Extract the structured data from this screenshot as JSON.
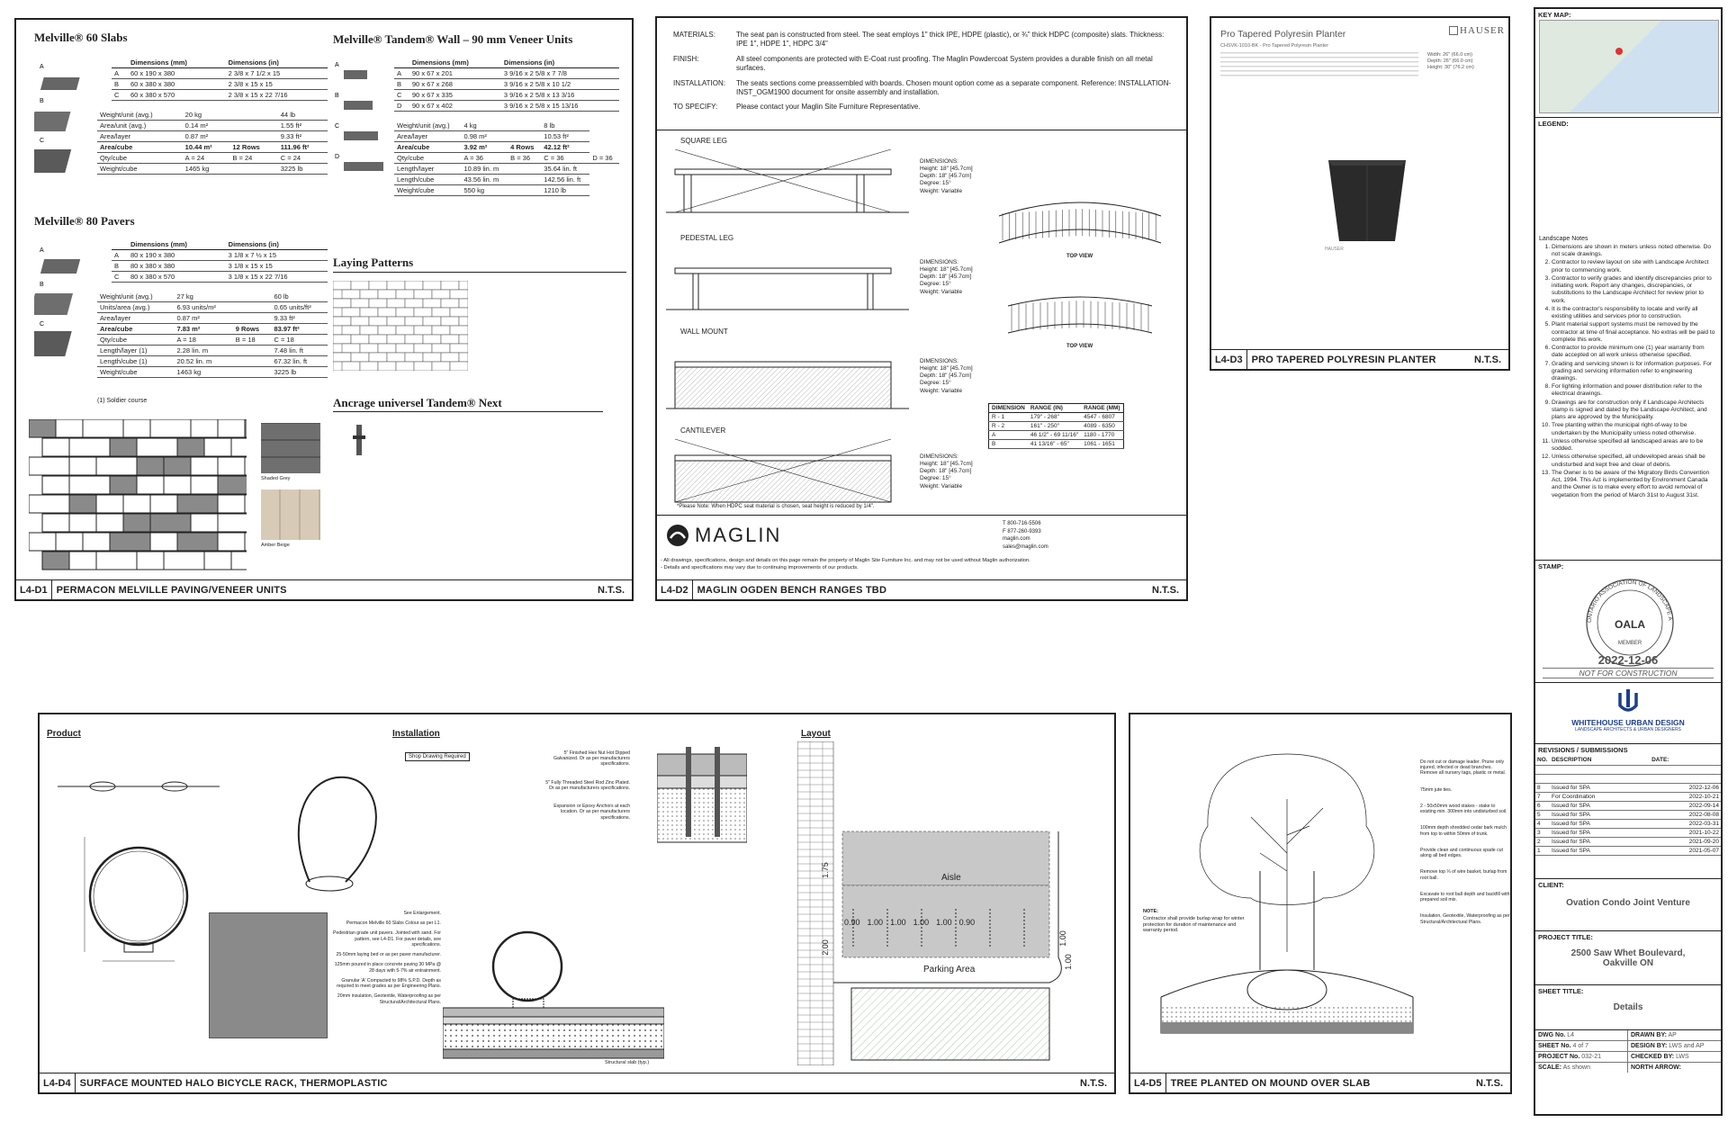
{
  "d1": {
    "code": "L4-D1",
    "title": "PERMACON MELVILLE PAVING/VENEER UNITS",
    "scale": "N.T.S.",
    "slabs": {
      "heading": "Melville® 60 Slabs",
      "col_mm": "Dimensions (mm)",
      "col_in": "Dimensions (in)",
      "rows": [
        [
          "A",
          "60 x 190 x 380",
          "2 3/8 x 7 1/2 x 15"
        ],
        [
          "B",
          "60 x 380 x 380",
          "2 3/8 x 15 x 15"
        ],
        [
          "C",
          "60 x 380 x 570",
          "2 3/8 x 15 x 22 7/16"
        ]
      ],
      "props": [
        [
          "Weight/unit (avg.)",
          "20 kg",
          "",
          "44 lb"
        ],
        [
          "Area/unit (avg.)",
          "0.14 m²",
          "",
          "1.55 ft²"
        ],
        [
          "Area/layer",
          "0.87 m²",
          "",
          "9.33 ft²"
        ],
        [
          "Area/cube",
          "10.44 m²",
          "12 Rows",
          "111.96 ft²"
        ],
        [
          "Qty/cube",
          "A = 24",
          "B = 24",
          "C = 24"
        ],
        [
          "Weight/cube",
          "1465 kg",
          "",
          "3225 lb"
        ]
      ]
    },
    "pavers": {
      "heading": "Melville® 80 Pavers",
      "col_mm": "Dimensions (mm)",
      "col_in": "Dimensions (in)",
      "rows": [
        [
          "A",
          "80 x 190 x 380",
          "3 1/8 x 7 ½ x 15"
        ],
        [
          "B",
          "80 x 380 x 380",
          "3 1/8 x 15 x 15"
        ],
        [
          "C",
          "80 x 380 x 570",
          "3 1/8 x 15 x 22 7/16"
        ]
      ],
      "props": [
        [
          "Weight/unit (avg.)",
          "27 kg",
          "",
          "60 lb"
        ],
        [
          "Units/area (avg.)",
          "6.93 units/m²",
          "",
          "0.65 units/ft²"
        ],
        [
          "Area/layer",
          "0.87 m²",
          "",
          "9.33 ft²"
        ],
        [
          "Area/cube",
          "7.83 m²",
          "9 Rows",
          "83.97 ft²"
        ],
        [
          "Qty/cube",
          "A = 18",
          "B = 18",
          "C = 18"
        ],
        [
          "Length/layer (1)",
          "2.28 lin. m",
          "",
          "7.48 lin. ft"
        ],
        [
          "Length/cube (1)",
          "20.52 lin. m",
          "",
          "67.32 lin. ft"
        ],
        [
          "Weight/cube",
          "1463 kg",
          "",
          "3225 lb"
        ]
      ],
      "footnote": "(1) Soldier course"
    },
    "tandem": {
      "heading": "Melville® Tandem® Wall – 90 mm Veneer Units",
      "col_mm": "Dimensions (mm)",
      "col_in": "Dimensions (in)",
      "rows": [
        [
          "A",
          "90 x 67 x 201",
          "3 9/16 x 2 5/8 x 7 7/8"
        ],
        [
          "B",
          "90 x 67 x 268",
          "3 9/16 x 2 5/8 x 10 1/2"
        ],
        [
          "C",
          "90 x 67 x 335",
          "3 9/16 x 2 5/8 x 13 3/16"
        ],
        [
          "D",
          "90 x 67 x 402",
          "3 9/16 x 2 5/8 x 15 13/16"
        ]
      ],
      "props": [
        [
          "Weight/unit (avg.)",
          "4 kg",
          "",
          "8 lb"
        ],
        [
          "Area/layer",
          "0.98 m²",
          "",
          "10.53 ft²"
        ],
        [
          "Area/cube",
          "3.92 m²",
          "4 Rows",
          "42.12 ft²"
        ],
        [
          "Qty/cube",
          "A = 36",
          "B = 36",
          "C = 36",
          "D = 36"
        ],
        [
          "Length/layer",
          "10.89 lin. m",
          "",
          "35.64 lin. ft"
        ],
        [
          "Length/cube",
          "43.56 lin. m",
          "",
          "142.56 lin. ft"
        ],
        [
          "Weight/cube",
          "550 kg",
          "",
          "1210 lb"
        ]
      ]
    },
    "laying_heading": "Laying Patterns",
    "ancrage_heading": "Ancrage universel Tandem® Next",
    "swatch1": "Shaded Grey",
    "swatch2": "Amber Beige",
    "letters": [
      "A",
      "B",
      "C",
      "D"
    ]
  },
  "d2": {
    "code": "L4-D2",
    "title": "MAGLIN OGDEN BENCH RANGES TBD",
    "scale": "N.T.S.",
    "spec": [
      [
        "MATERIALS:",
        "The seat pan is constructed from steel. The seat employs 1\" thick IPE, HDPE (plastic), or ¾\" thick HDPC (composite) slats. Thickness: IPE 1\", HDPE 1\", HDPC 3/4\""
      ],
      [
        "FINISH:",
        "All steel components are protected with E-Coat rust proofing. The Maglin Powdercoat System provides a durable finish on all metal surfaces."
      ],
      [
        "INSTALLATION:",
        "The seats sections come preassembled with boards. Chosen mount option come as a separate component. Reference: INSTALLATION-INST_OGM1900 document for onsite assembly and installation."
      ],
      [
        "TO SPECIFY:",
        "Please contact your Maglin Site Furniture Representative."
      ]
    ],
    "legs": [
      "SQUARE LEG",
      "PEDESTAL LEG",
      "WALL MOUNT",
      "CANTILEVER"
    ],
    "dims_heading": "DIMENSIONS:",
    "dims": [
      "Height: 18\" [45.7cm]",
      "Depth: 18\" [45.7cm]",
      "Degree: 15°",
      "Weight: Variable"
    ],
    "top_view": "TOP VIEW",
    "range_table": {
      "headers": [
        "DIMENSION",
        "RANGE (IN)",
        "RANGE (MM)"
      ],
      "rows": [
        [
          "R - 1",
          "179\" - 268\"",
          "4547 - 6807"
        ],
        [
          "R - 2",
          "161\" - 250\"",
          "4089 - 6350"
        ],
        [
          "A",
          "46 1/2\" - 69 11/16\"",
          "1180 - 1770"
        ],
        [
          "B",
          "41 13/16\" - 65\"",
          "1061 - 1651"
        ]
      ]
    },
    "note": "*Please Note: When HDPC seat material is chosen, seat height is reduced by 1/4\".",
    "brand": "MAGLIN",
    "contact": [
      "T 800-716-5506",
      "F 877-260-9393",
      "maglin.com",
      "sales@maglin.com"
    ],
    "disclaimer": [
      "- All drawings, specifications, design and details on this page remain the property of Maglin Site Furniture Inc. and may not be used without Maglin authorization.",
      "- Details and specifications may vary due to continuing improvements of our products."
    ]
  },
  "d3": {
    "code": "L4-D3",
    "title": "PRO TAPERED POLYRESIN PLANTER",
    "scale": "N.T.S.",
    "product_title": "Pro Tapered Polyresin Planter",
    "product_code": "CHSVK-1010-BK - Pro Tapered Polyresin Planter",
    "dims": [
      "Width: 26\" (66.0 cm)",
      "Depth: 26\" (66.0 cm)",
      "Height: 30\" (76.2 cm)"
    ],
    "brand": "HAUSER"
  },
  "d4": {
    "code": "L4-D4",
    "title": "SURFACE MOUNTED HALO BICYCLE RACK, THERMOPLASTIC",
    "scale": "N.T.S.",
    "product_heading": "Product",
    "install_heading": "Installation",
    "layout_heading": "Layout",
    "shop_drawing": "Shop Drawing Required",
    "install_notes": [
      "See Enlargement.",
      "Permacon Melville 60 Slabs Colour as per L1.",
      "Pedestrian grade unit pavers. Jointed with sand. For pattern, see L4-D1. For paver details, see specifications.",
      "25-50mm laying bed or as per paver manufacturer.",
      "125mm poured in place concrete paving 30 MPa @ 28 days with 5-7% air entrainment.",
      "Granular 'A' Compacted to 98% S.P.D. Depth as required to meet grades as per Engineering Plans.",
      "20mm insulation, Geotextile, Waterproofing as per Structural/Architectural Plans."
    ],
    "enlarge_notes": [
      "5\" Finished Hex Nut Hot Dipped Galvanized. Or as per manufacturers specifications.",
      "5\" Fully Threaded Steel Rod Zinc Plated. Or as per manufacturers specifications.",
      "Expansion or Epoxy Anchors at each location. Or as per manufacturers specifications."
    ],
    "structural_slab": "Structural slab (typ.)",
    "aisle": "Aisle",
    "parking": "Parking Area",
    "layout_dims": [
      "0.90",
      "1.00",
      "1.00",
      "1.00",
      "1.00",
      "0.90"
    ],
    "dim_175": "1.75",
    "dim_200": "2.00",
    "dim_100": "1.00"
  },
  "d5": {
    "code": "L4-D5",
    "title": "TREE PLANTED ON MOUND OVER SLAB",
    "scale": "N.T.S.",
    "note_heading": "NOTE:",
    "note": "Contractor shall provide burlap wrap for winter protection for duration of maintenance and warranty period.",
    "callouts": [
      "Do not cut or damage leader. Prune only injured, infected or dead branches. Remove all nursery tags, plastic or metal.",
      "75mm jute ties.",
      "2 - 50x50mm wood stakes - stake to existing min. 300mm into undisturbed soil.",
      "100mm depth shredded cedar bark mulch from top to within 50mm of trunk.",
      "Provide clean and continuous spade cut along all bed edges.",
      "Remove top ⅓ of wire basket, burlap from root ball.",
      "Excavate to root ball depth and backfill with prepared soil mix.",
      "Insulation, Geotextile, Waterproofing as per Structural/Architectural Plans."
    ]
  },
  "title_block": {
    "key_map": "KEY MAP:",
    "legend": "LEGEND:",
    "notes_heading": "Landscape Notes",
    "notes": [
      "Dimensions are shown in meters unless noted otherwise. Do not scale drawings.",
      "Contractor to review layout on site with Landscape Architect prior to commencing work.",
      "Contractor to verify grades and identify discrepancies prior to initiating work. Report any changes, discrepancies, or substitutions to the Landscape Architect for review prior to work.",
      "It is the contractor's responsibility to locate and verify all existing utilities and services prior to construction.",
      "Plant material support systems must be removed by the contractor at time of final acceptance. No extras will be paid to complete this work.",
      "Contractor to provide minimum one (1) year warranty from date accepted on all work unless otherwise specified.",
      "Grading and servicing shown is for information purposes. For grading and servicing information refer to engineering drawings.",
      "For lighting information and power distribution refer to the electrical drawings.",
      "Drawings are for construction only if Landscape Architects stamp is signed and dated by the Landscape Architect, and plans are approved by the Municipality.",
      "Tree planting within the municipal right-of-way to be undertaken by the Municipality unless noted otherwise.",
      "Unless otherwise specified all landscaped areas are to be sodded.",
      "Unless otherwise specified, all undeveloped areas shall be undisturbed and kept free and clear of debris.",
      "The Owner is to be aware of the Migratory Birds Convention Act, 1994. This Act is implemented by Environment Canada and the Owner is to make every effort to avoid removal of vegetation from the period of March 31st to August 31st."
    ],
    "stamp": "STAMP:",
    "stamp_text": "ONTARIO ASSOCIATION OF LANDSCAPE ARCHITECTS",
    "stamp_mid": "OALA",
    "stamp_member": "MEMBER",
    "stamp_date": "2022-12-06",
    "not_for_construction": "NOT FOR CONSTRUCTION",
    "firm": "WHITEHOUSE URBAN DESIGN",
    "firm_sub": "LANDSCAPE ARCHITECTS & URBAN DESIGNERS",
    "revisions": "REVISIONS / SUBMISSIONS",
    "rev_headers": [
      "NO.",
      "DESCRIPTION",
      "DATE:"
    ],
    "rev_rows": [
      [
        "8",
        "Issued for SPA",
        "2022-12-06"
      ],
      [
        "7",
        "For Coordination",
        "2022-10-21"
      ],
      [
        "6",
        "Issued for SPA",
        "2022-09-14"
      ],
      [
        "5",
        "Issued for SPA",
        "2022-08-08"
      ],
      [
        "4",
        "Issued for SPA",
        "2022-03-31"
      ],
      [
        "3",
        "Issued for SPA",
        "2021-10-22"
      ],
      [
        "2",
        "Issued for SPA",
        "2021-09-20"
      ],
      [
        "1",
        "Issued for SPA",
        "2021-05-07"
      ]
    ],
    "client_label": "CLIENT:",
    "client": "Ovation Condo Joint Venture",
    "project_label": "PROJECT TITLE:",
    "project_line1": "2500 Saw Whet Boulevard,",
    "project_line2": "Oakville ON",
    "sheet_label": "SHEET TITLE:",
    "sheet_title": "Details",
    "dwg_no_label": "DWG No.",
    "dwg_no": "L4",
    "sheet_no_label": "SHEET No.",
    "sheet_no": "4 of 7",
    "project_no_label": "PROJECT No.",
    "project_no": "032-21",
    "scale_label": "SCALE:",
    "scale": "As shown",
    "drawn_label": "DRAWN BY:",
    "drawn": "AP",
    "design_label": "DESIGN BY:",
    "design": "LWS and AP",
    "checked_label": "CHECKED BY:",
    "checked": "LWS",
    "north_label": "NORTH ARROW:"
  },
  "colors": {
    "line": "#222222",
    "brand_blue": "#1d3f8c",
    "paver_grey": "#8a8a8a"
  }
}
